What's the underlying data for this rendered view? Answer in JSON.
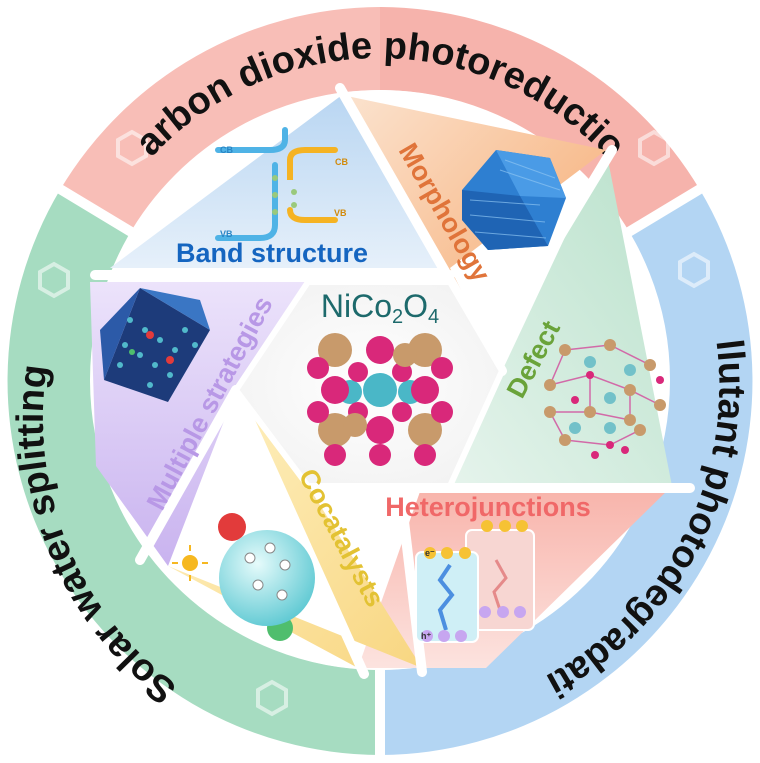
{
  "center": {
    "formula_main1": "NiCo",
    "formula_sub1": "2",
    "formula_main2": "O",
    "formula_sub2": "4"
  },
  "outer_ring": [
    {
      "label": "Carbon dioxide photoreduction",
      "color": "#f2a8a2"
    },
    {
      "label": "Pollutant photodegradation",
      "color": "#a9cdef"
    },
    {
      "label": "Solar water splitting",
      "color": "#9fd8bd"
    }
  ],
  "sectors": [
    {
      "label": "Band structure",
      "color": "#1565c0"
    },
    {
      "label": "Morphology",
      "color": "#e0743a"
    },
    {
      "label": "Defect",
      "color": "#6aa33a"
    },
    {
      "label": "Heterojunctions",
      "color": "#f06868"
    },
    {
      "label": "Cocatalysts",
      "color": "#e3c233"
    },
    {
      "label": "Multiple strategies",
      "color": "#b898e6"
    }
  ],
  "band_labels": {
    "cb": "CB",
    "vb": "VB"
  },
  "charge_labels": {
    "electron": "e⁻",
    "hole": "h⁺"
  }
}
